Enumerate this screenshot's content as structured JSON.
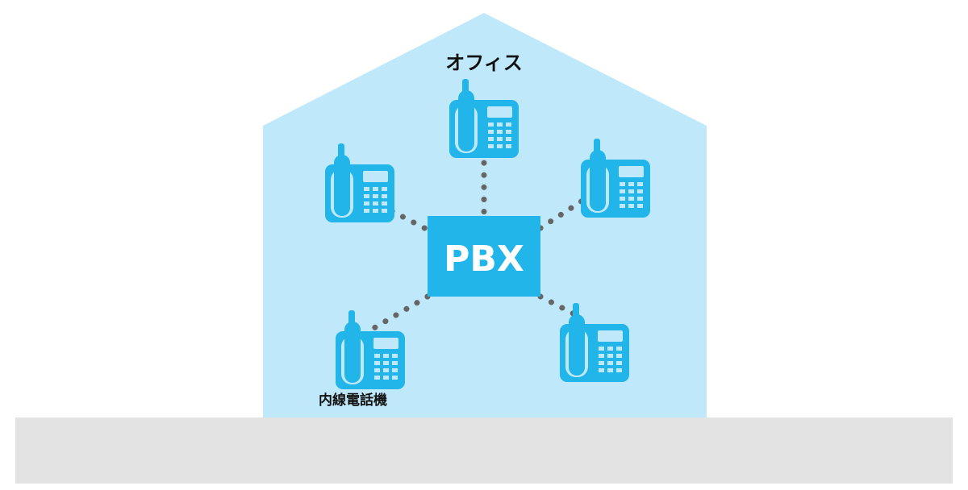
{
  "diagram": {
    "office_label": "オフィス",
    "pbx_label": "PBX",
    "phone_label": "内線電話機",
    "colors": {
      "house": "#bfe9fa",
      "accent": "#21b5ea",
      "link": "#666666",
      "ground": "#e3e3e3"
    },
    "phones": [
      {
        "id": "top",
        "icon": "desk-phone-icon"
      },
      {
        "id": "upper-left",
        "icon": "desk-phone-icon"
      },
      {
        "id": "upper-right",
        "icon": "desk-phone-icon"
      },
      {
        "id": "lower-left",
        "icon": "desk-phone-icon"
      },
      {
        "id": "lower-right",
        "icon": "desk-phone-icon"
      }
    ]
  }
}
